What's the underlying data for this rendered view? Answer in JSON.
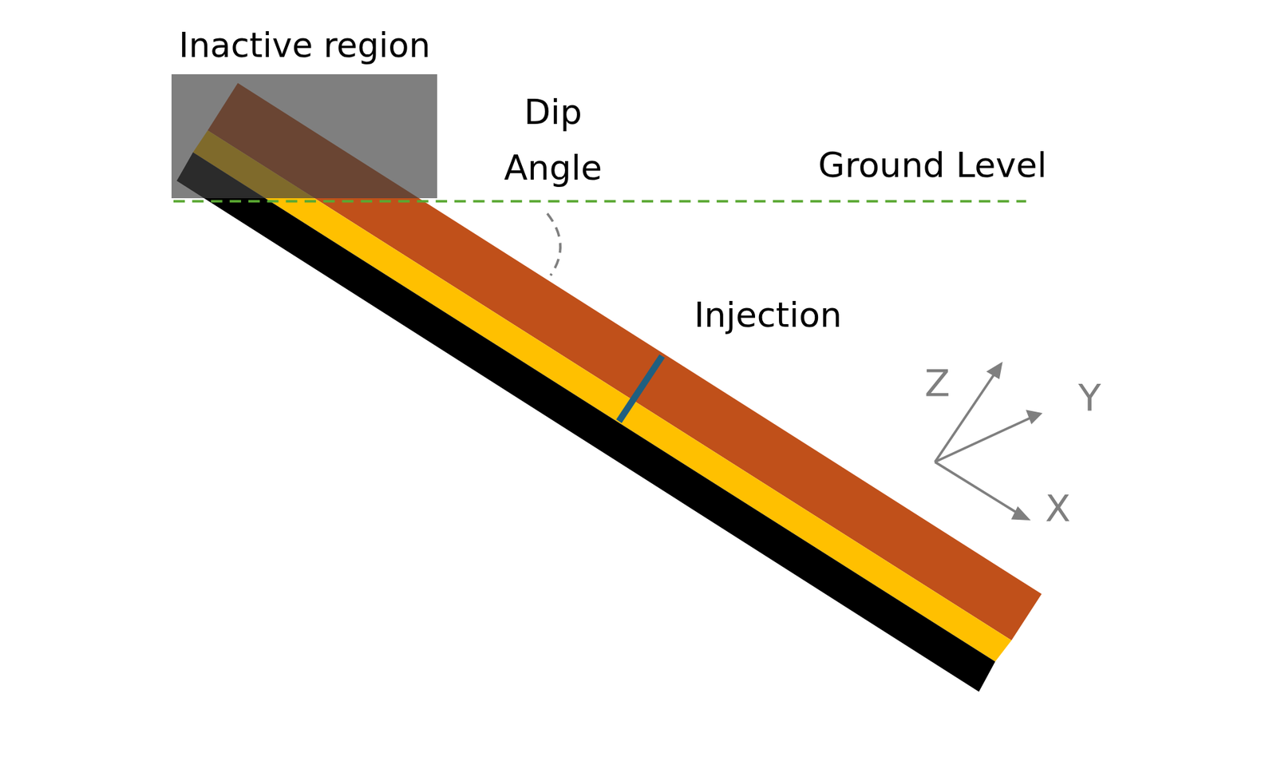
{
  "diagram": {
    "nodes": [
      {
        "text": [
          "Inactive region"
        ]
      }
    ],
    "labels": [
      "Dip Angle",
      "Ground Level",
      "Injection",
      "Z",
      "Y",
      "X"
    ]
  }
}
